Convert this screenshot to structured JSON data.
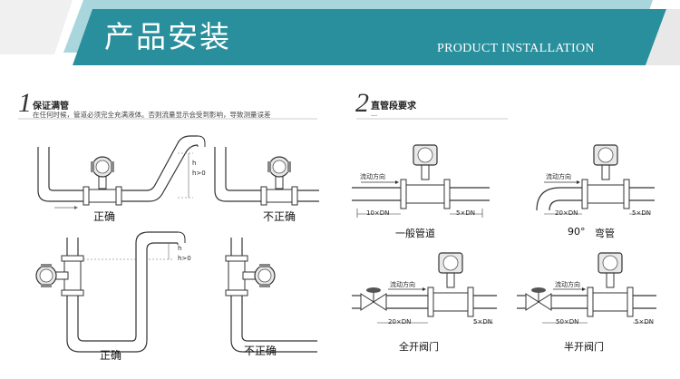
{
  "header": {
    "title": "产品安装",
    "subtitle": "PRODUCT INSTALLATION",
    "colors": {
      "teal": "#2a8f9c",
      "light_teal": "#a9d6dc",
      "grey": "#e8e8e8"
    }
  },
  "section1": {
    "number": "1",
    "title": "保证满管",
    "description": "在任何时候，管道必须完全充满液体。否则流量显示会受到影响，导致测量误差"
  },
  "section2": {
    "number": "2",
    "title": "直管段要求",
    "sub": "..."
  },
  "left_diagrams": {
    "correct_top": "正确",
    "incorrect_top": "不正确",
    "correct_bottom": "正确",
    "incorrect_bottom": "不正确",
    "h_label": "h",
    "h_gt0": "h>0",
    "h_label_2": "h",
    "h_gt0_2": "h>0"
  },
  "right_diagrams": {
    "flow_direction": "流动方向",
    "general_pipe": {
      "label": "一般管道",
      "upstream": "10×DN",
      "downstream": "5×DN"
    },
    "elbow": {
      "label_deg": "90°",
      "label": "弯管",
      "upstream": "20×DN",
      "downstream": "5×DN"
    },
    "full_valve": {
      "label": "全开阀门",
      "upstream": "20×DN",
      "downstream": "5×DN"
    },
    "half_valve": {
      "label": "半开阀门",
      "upstream": "50×DN",
      "downstream": "5×DN"
    }
  }
}
